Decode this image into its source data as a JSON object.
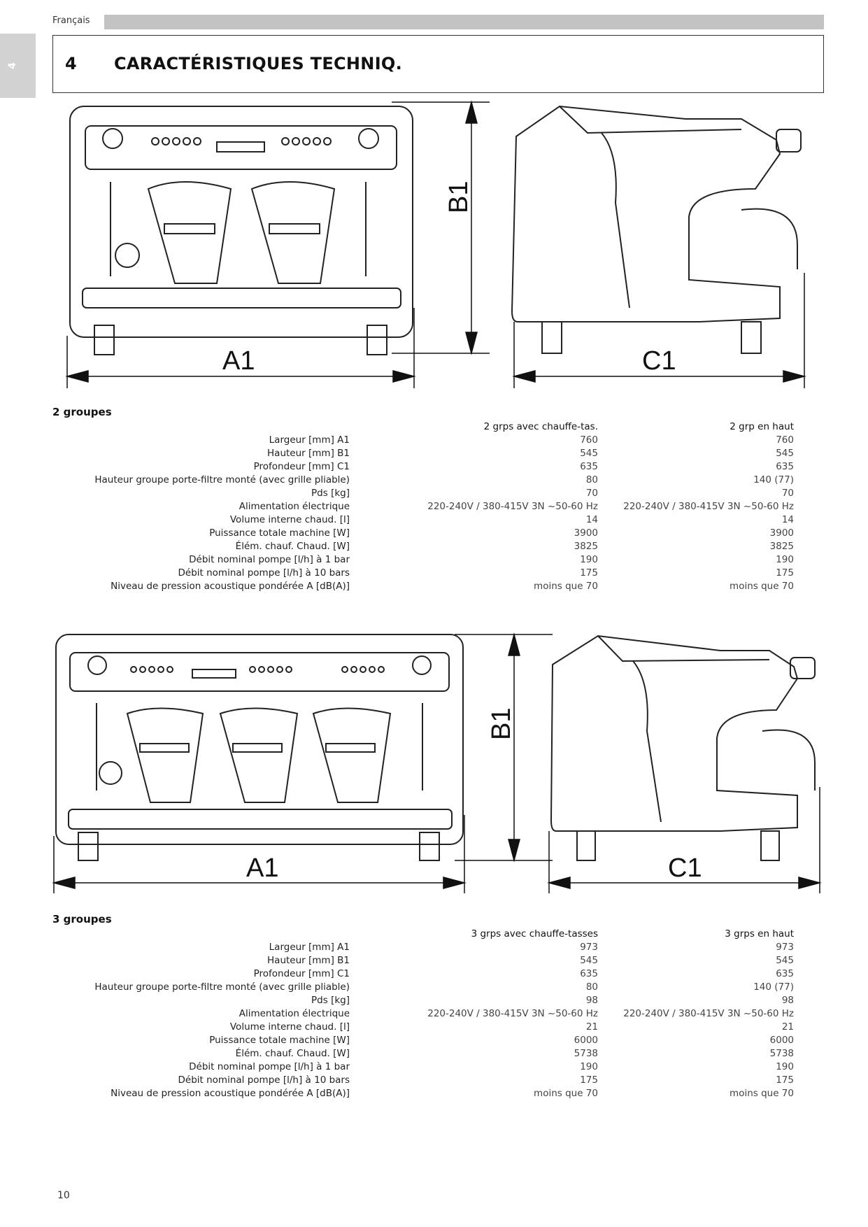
{
  "header": {
    "language": "Français",
    "tab": "4",
    "section_number": "4",
    "section_title": "CARACTÉRISTIQUES TECHNIQ."
  },
  "dimension_labels": {
    "width": "A1",
    "height": "B1",
    "depth": "C1"
  },
  "groups": [
    {
      "title": "2 groupes",
      "col1": "2 grps avec chauffe-tas.",
      "col2": "2 grp en haut",
      "rows": [
        {
          "label": "Largeur [mm] A1",
          "v1": "760",
          "v2": "760"
        },
        {
          "label": "Hauteur [mm] B1",
          "v1": "545",
          "v2": "545"
        },
        {
          "label": "Profondeur [mm] C1",
          "v1": "635",
          "v2": "635"
        },
        {
          "label": "Hauteur groupe porte-filtre monté (avec grille pliable)",
          "v1": "80",
          "v2": "140 (77)"
        },
        {
          "label": "Pds [kg]",
          "v1": "70",
          "v2": "70"
        },
        {
          "label": "Alimentation électrique",
          "v1": "220-240V / 380-415V 3N ~50-60 Hz",
          "v2": "220-240V / 380-415V 3N ~50-60 Hz"
        },
        {
          "label": "Volume interne chaud. [l]",
          "v1": "14",
          "v2": "14"
        },
        {
          "label": "Puissance totale machine [W]",
          "v1": "3900",
          "v2": "3900"
        },
        {
          "label": "Élém. chauf. Chaud. [W]",
          "v1": "3825",
          "v2": "3825"
        },
        {
          "label": "Débit nominal pompe [l/h] à 1 bar",
          "v1": "190",
          "v2": "190"
        },
        {
          "label": "Débit nominal pompe [l/h] à 10 bars",
          "v1": "175",
          "v2": "175"
        },
        {
          "label": "Niveau de pression acoustique pondérée A [dB(A)]",
          "v1": "moins que 70",
          "v2": "moins que 70"
        }
      ]
    },
    {
      "title": "3 groupes",
      "col1": "3 grps avec chauffe-tasses",
      "col2": "3 grps en haut",
      "rows": [
        {
          "label": "Largeur [mm] A1",
          "v1": "973",
          "v2": "973"
        },
        {
          "label": "Hauteur [mm] B1",
          "v1": "545",
          "v2": "545"
        },
        {
          "label": "Profondeur [mm] C1",
          "v1": "635",
          "v2": "635"
        },
        {
          "label": "Hauteur groupe porte-filtre monté (avec grille pliable)",
          "v1": "80",
          "v2": "140 (77)"
        },
        {
          "label": "Pds [kg]",
          "v1": "98",
          "v2": "98"
        },
        {
          "label": "Alimentation électrique",
          "v1": "220-240V / 380-415V 3N ~50-60 Hz",
          "v2": "220-240V / 380-415V 3N ~50-60 Hz"
        },
        {
          "label": "Volume interne chaud. [l]",
          "v1": "21",
          "v2": "21"
        },
        {
          "label": "Puissance totale machine [W]",
          "v1": "6000",
          "v2": "6000"
        },
        {
          "label": "Élém. chauf. Chaud. [W]",
          "v1": "5738",
          "v2": "5738"
        },
        {
          "label": "Débit nominal pompe [l/h] à 1 bar",
          "v1": "190",
          "v2": "190"
        },
        {
          "label": "Débit nominal pompe [l/h] à 10 bars",
          "v1": "175",
          "v2": "175"
        },
        {
          "label": "Niveau de pression acoustique pondérée A [dB(A)]",
          "v1": "moins que 70",
          "v2": "moins que 70"
        }
      ]
    }
  ],
  "footer": {
    "page_number": "10"
  }
}
